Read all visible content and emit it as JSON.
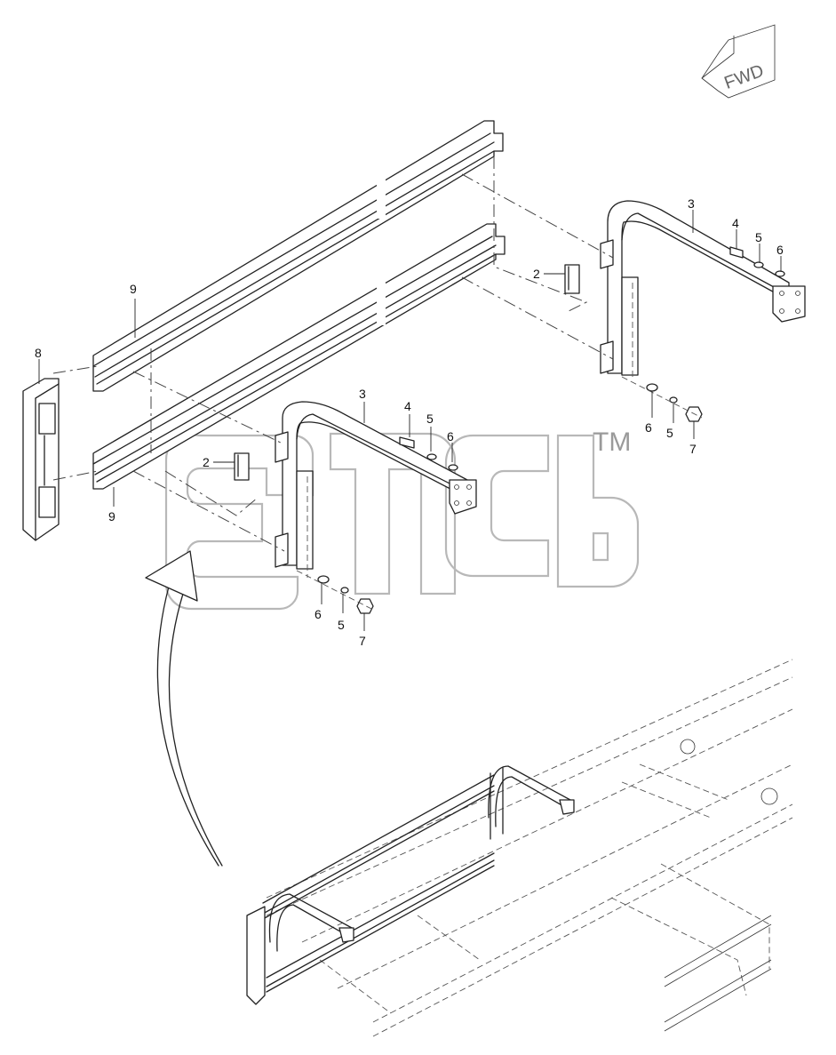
{
  "direction_marker": {
    "label": "FWD"
  },
  "watermark": {
    "trademark": "TM"
  },
  "callouts": [
    {
      "id": "c2a",
      "label": "2"
    },
    {
      "id": "c3a",
      "label": "3"
    },
    {
      "id": "c4a",
      "label": "4"
    },
    {
      "id": "c5a",
      "label": "5"
    },
    {
      "id": "c6a",
      "label": "6"
    },
    {
      "id": "c6b",
      "label": "6"
    },
    {
      "id": "c5b",
      "label": "5"
    },
    {
      "id": "c7a",
      "label": "7"
    },
    {
      "id": "c9a",
      "label": "9"
    },
    {
      "id": "c8",
      "label": "8"
    },
    {
      "id": "c9b",
      "label": "9"
    },
    {
      "id": "c3b",
      "label": "3"
    },
    {
      "id": "c4b",
      "label": "4"
    },
    {
      "id": "c5c",
      "label": "5"
    },
    {
      "id": "c6c",
      "label": "6"
    },
    {
      "id": "c2b",
      "label": "2"
    },
    {
      "id": "c6d",
      "label": "6"
    },
    {
      "id": "c5d",
      "label": "5"
    },
    {
      "id": "c7b",
      "label": "7"
    }
  ]
}
